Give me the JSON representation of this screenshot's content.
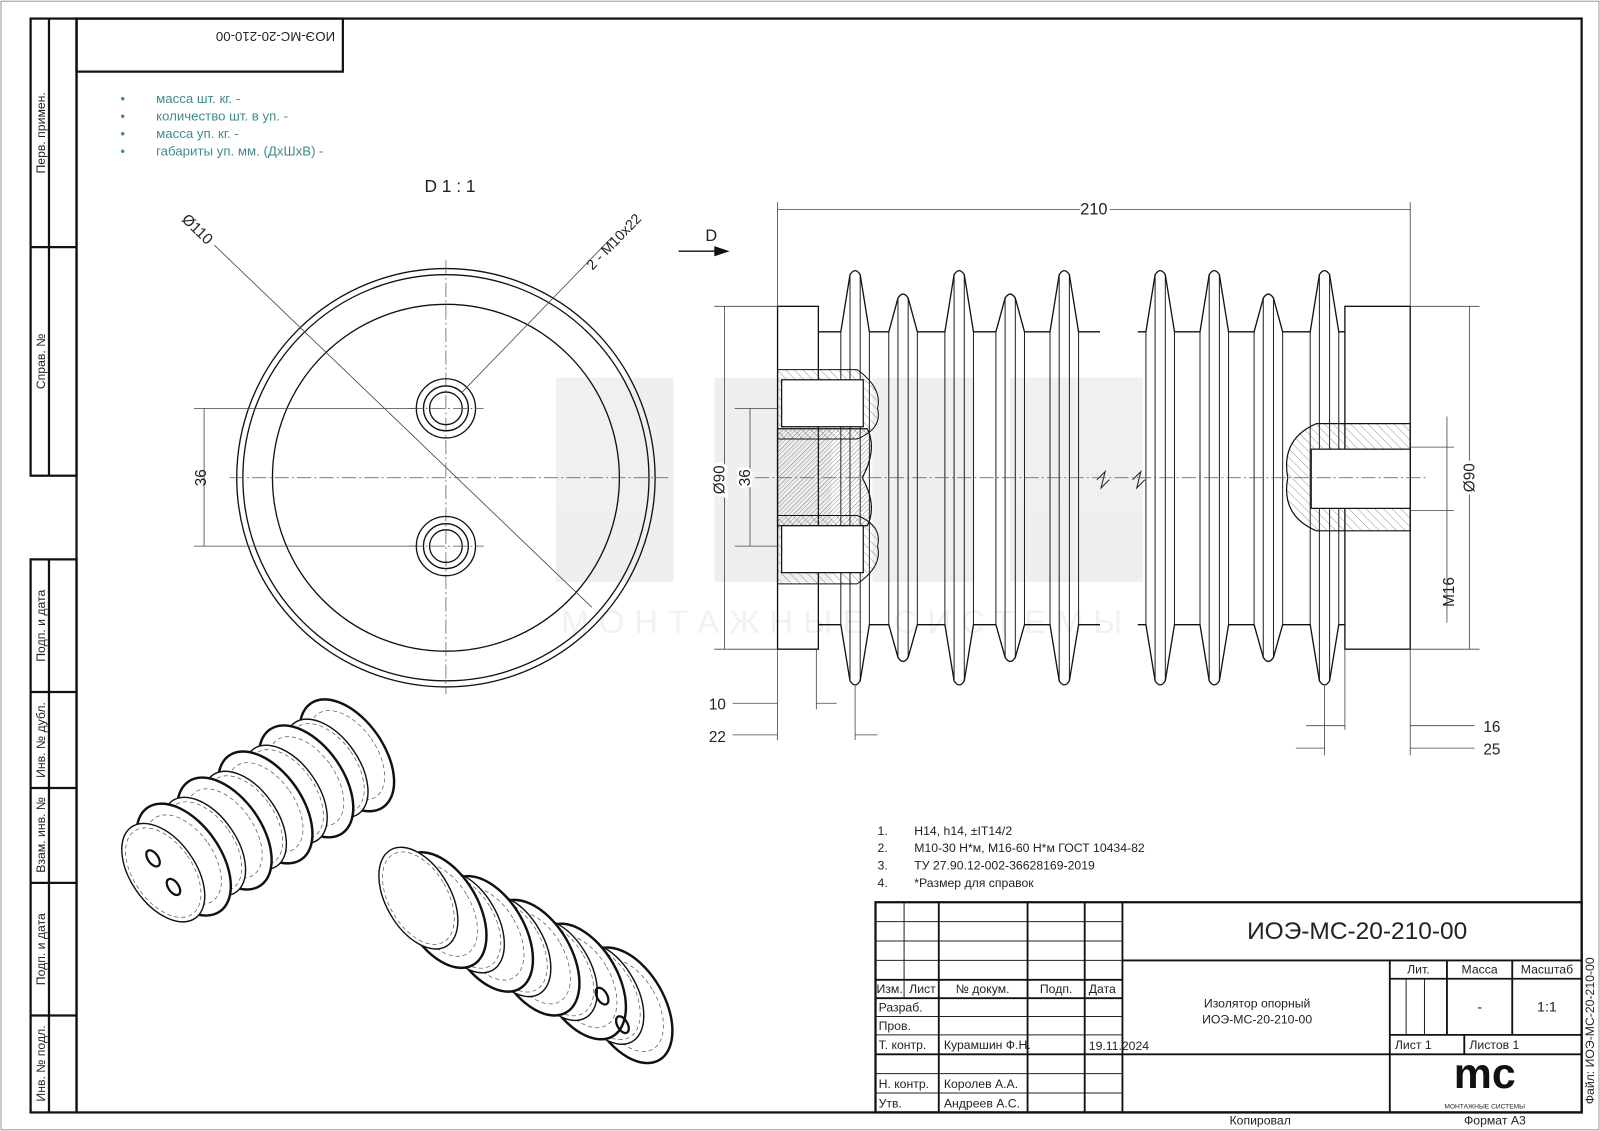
{
  "stamp_rotated": "ИОЭ-МС-20-210-00",
  "side_labels": [
    "Перв. примен.",
    "Справ. №",
    "Подп. и дата",
    "Инв. № дубл.",
    "Взам. инв. №",
    "Подп. и дата",
    "Инв. № подл."
  ],
  "packaging_info": [
    "масса шт. кг. -",
    "количество шт. в уп. -",
    "масса уп. кг. -",
    "габариты уп. мм. (ДхШхВ) -"
  ],
  "view_d_title": "D 1 : 1",
  "view_arrow_label": "D",
  "front_view_dims": {
    "diameter": "Ø110",
    "thread": "2 - M10x22",
    "spacing": "36"
  },
  "side_view_dims": {
    "length": "210",
    "diameter_left": "Ø90",
    "spacing": "36",
    "diameter_right": "Ø90",
    "thread": "M16",
    "d10": "10",
    "d22": "22",
    "d16": "16",
    "d25": "25"
  },
  "watermark": "МОНТАЖНЫЕ СИСТЕМЫ",
  "notes": [
    {
      "num": "1.",
      "text": "H14, h14, ±IT14/2"
    },
    {
      "num": "2.",
      "text": "М10-30 Н*м, М16-60 Н*м ГОСТ 10434-82"
    },
    {
      "num": "3.",
      "text": "ТУ 27.90.12-002-36628169-2019"
    },
    {
      "num": "4.",
      "text": "*Размер для справок"
    }
  ],
  "title_block": {
    "designation": "ИОЭ-МС-20-210-00",
    "name_line1": "Изолятор опорный",
    "name_line2": "ИОЭ-МС-20-210-00",
    "headers": {
      "izm": "Изм.",
      "list": "Лист",
      "doc": "№ докум.",
      "podp": "Подп.",
      "date": "Дата"
    },
    "roles": [
      {
        "role": "Разраб.",
        "name": "",
        "date": ""
      },
      {
        "role": "Пров.",
        "name": "",
        "date": ""
      },
      {
        "role": "Т. контр.",
        "name": "Курамшин Ф.Н.",
        "date": "19.11.2024"
      },
      {
        "role": "",
        "name": "",
        "date": ""
      },
      {
        "role": "Н. контр.",
        "name": "Королев А.А.",
        "date": ""
      },
      {
        "role": "Утв.",
        "name": "Андреев А.С.",
        "date": ""
      }
    ],
    "lit_label": "Лит.",
    "mass_label": "Масса",
    "scale_label": "Масштаб",
    "mass_value": "-",
    "scale_value": "1:1",
    "sheet": "Лист 1",
    "sheets": "Листов 1",
    "logo_text": "mc",
    "logo_sub": "МОНТАЖНЫЕ СИСТЕМЫ",
    "copied": "Копировал",
    "format": "Формат А3",
    "file": "Файл: ИОЭ-МС-20-210-00"
  }
}
